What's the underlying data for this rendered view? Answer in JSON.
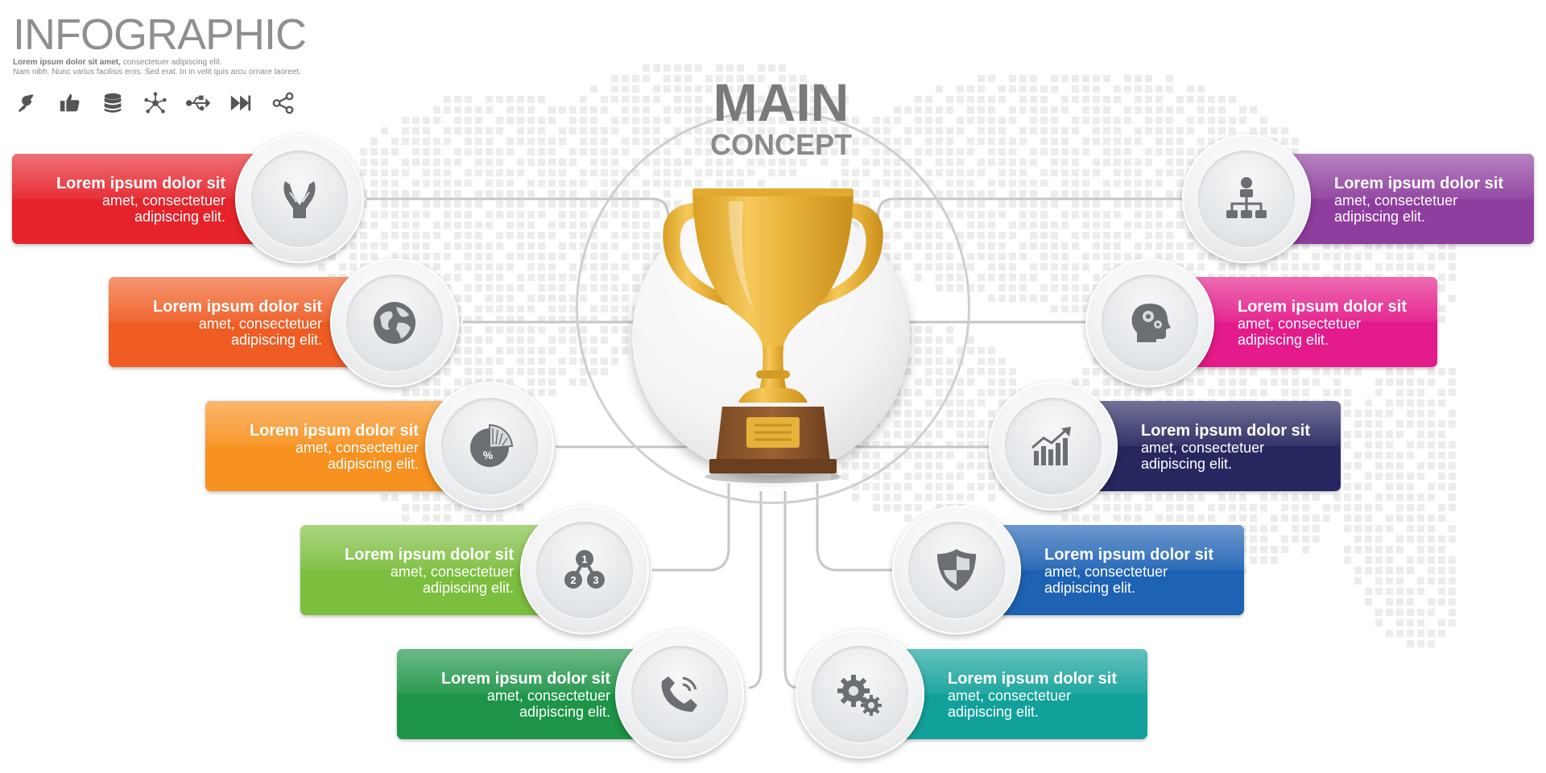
{
  "header": {
    "title": "INFOGRAPHIC",
    "sub_line1_bold": "Lorem ipsum dolor sit amet,",
    "sub_line1_rest": " consectetuer adipiscing elit.",
    "sub_line2": "Nam nibh. Nunc varius facilisis eros. Sed erat. In in velit quis arcu ornare laoreet."
  },
  "toolbar": {
    "icons": [
      "tools-icon",
      "thumbs-up-icon",
      "database-icon",
      "network-icon",
      "usb-icon",
      "fast-forward-icon",
      "share-icon"
    ]
  },
  "center": {
    "main": "MAIN",
    "concept": "CONCEPT",
    "icon": "trophy-icon"
  },
  "items": [
    {
      "side": "left",
      "color": "#e6232b",
      "icon": "hands-icon",
      "title": "Lorem ipsum dolor sit",
      "line2": "amet, consectetuer",
      "line3": "adipiscing elit."
    },
    {
      "side": "left",
      "color": "#ef5d24",
      "icon": "globe-icon",
      "title": "Lorem ipsum dolor sit",
      "line2": "amet, consectetuer",
      "line3": "adipiscing elit."
    },
    {
      "side": "left",
      "color": "#f7911f",
      "icon": "pie-percent-icon",
      "title": "Lorem ipsum dolor sit",
      "line2": "amet, consectetuer",
      "line3": "adipiscing elit."
    },
    {
      "side": "left",
      "color": "#7cbe3e",
      "icon": "steps-123-icon",
      "title": "Lorem ipsum dolor sit",
      "line2": "amet, consectetuer",
      "line3": "adipiscing elit."
    },
    {
      "side": "left",
      "color": "#1d9447",
      "icon": "phone-icon",
      "title": "Lorem ipsum dolor sit",
      "line2": "amet, consectetuer",
      "line3": "adipiscing elit."
    },
    {
      "side": "right",
      "color": "#8e3e9e",
      "icon": "org-chart-icon",
      "title": "Lorem ipsum dolor sit",
      "line2": "amet, consectetuer",
      "line3": "adipiscing elit."
    },
    {
      "side": "right",
      "color": "#e41b8a",
      "icon": "head-gears-icon",
      "title": "Lorem ipsum dolor sit",
      "line2": "amet, consectetuer",
      "line3": "adipiscing elit."
    },
    {
      "side": "right",
      "color": "#272760",
      "icon": "growth-chart-icon",
      "title": "Lorem ipsum dolor sit",
      "line2": "amet, consectetuer",
      "line3": "adipiscing elit."
    },
    {
      "side": "right",
      "color": "#1e62b4",
      "icon": "shield-icon",
      "title": "Lorem ipsum dolor sit",
      "line2": "amet, consectetuer",
      "line3": "adipiscing elit."
    },
    {
      "side": "right",
      "color": "#12a19a",
      "icon": "gears-icon",
      "title": "Lorem ipsum dolor sit",
      "line2": "amet, consectetuer",
      "line3": "adipiscing elit."
    }
  ]
}
